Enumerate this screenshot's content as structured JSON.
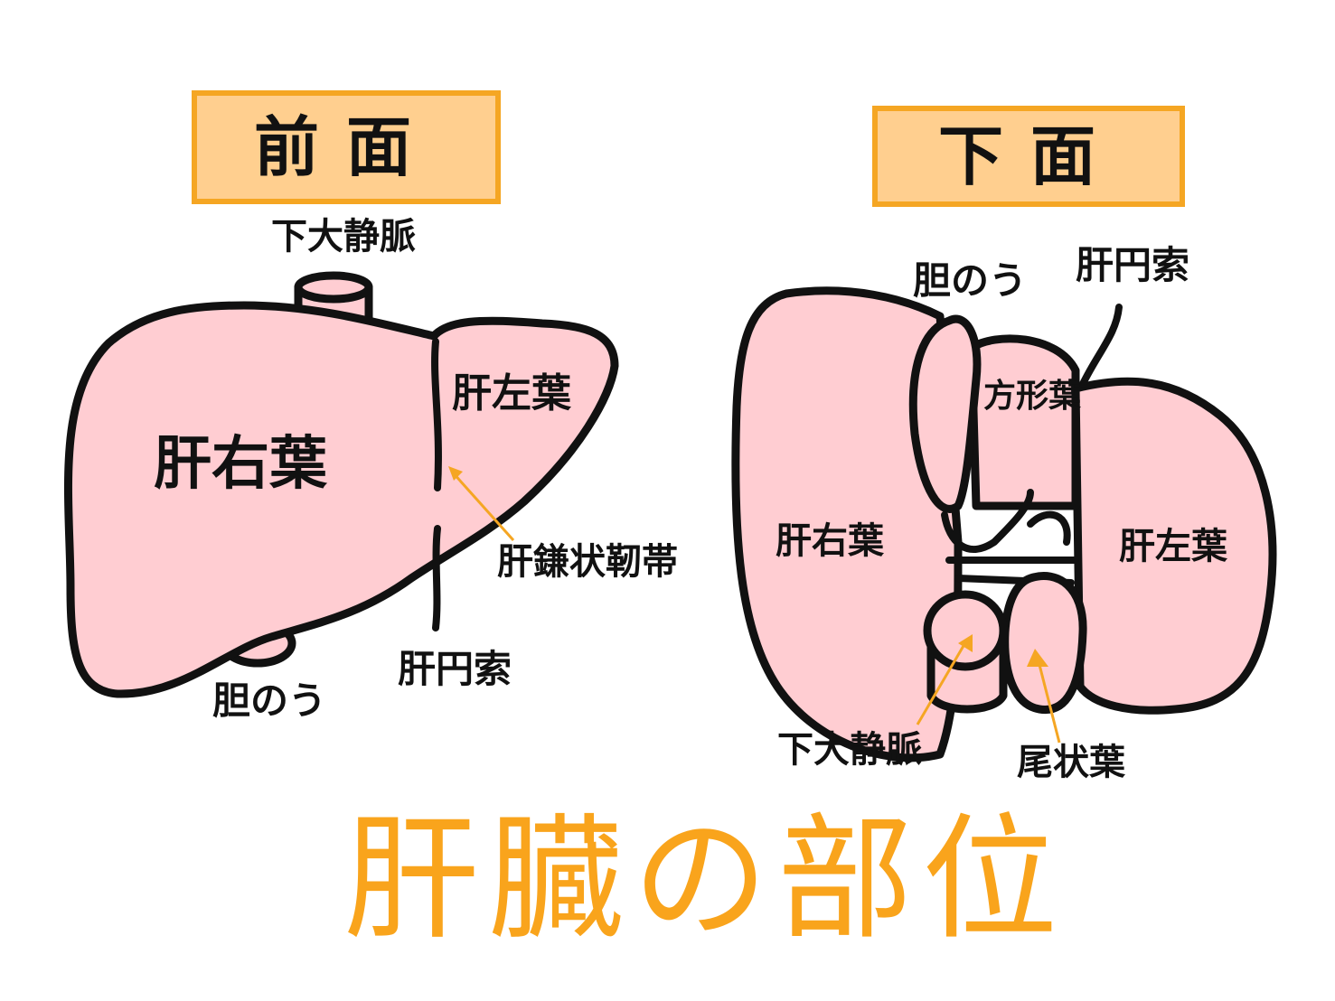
{
  "colors": {
    "organ_fill": "#FFCDD2",
    "header_fill": "#FFCF8F",
    "header_border": "#F5A623",
    "title": "#F9A41C",
    "arrow": "#F5A623"
  },
  "front": {
    "header": "前面",
    "labels": {
      "ivc": "下大静脈",
      "right_lobe": "肝右葉",
      "left_lobe": "肝左葉",
      "falciform": "肝鎌状靭帯",
      "round_lig": "肝円索",
      "gallbladder": "胆のう"
    }
  },
  "inferior": {
    "header": "下面",
    "labels": {
      "gallbladder": "胆のう",
      "round_lig": "肝円索",
      "quadrate": "方形葉",
      "right_lobe": "肝右葉",
      "left_lobe": "肝左葉",
      "ivc": "下大静脈",
      "caudate": "尾状葉"
    }
  },
  "title": "肝臓の部位"
}
